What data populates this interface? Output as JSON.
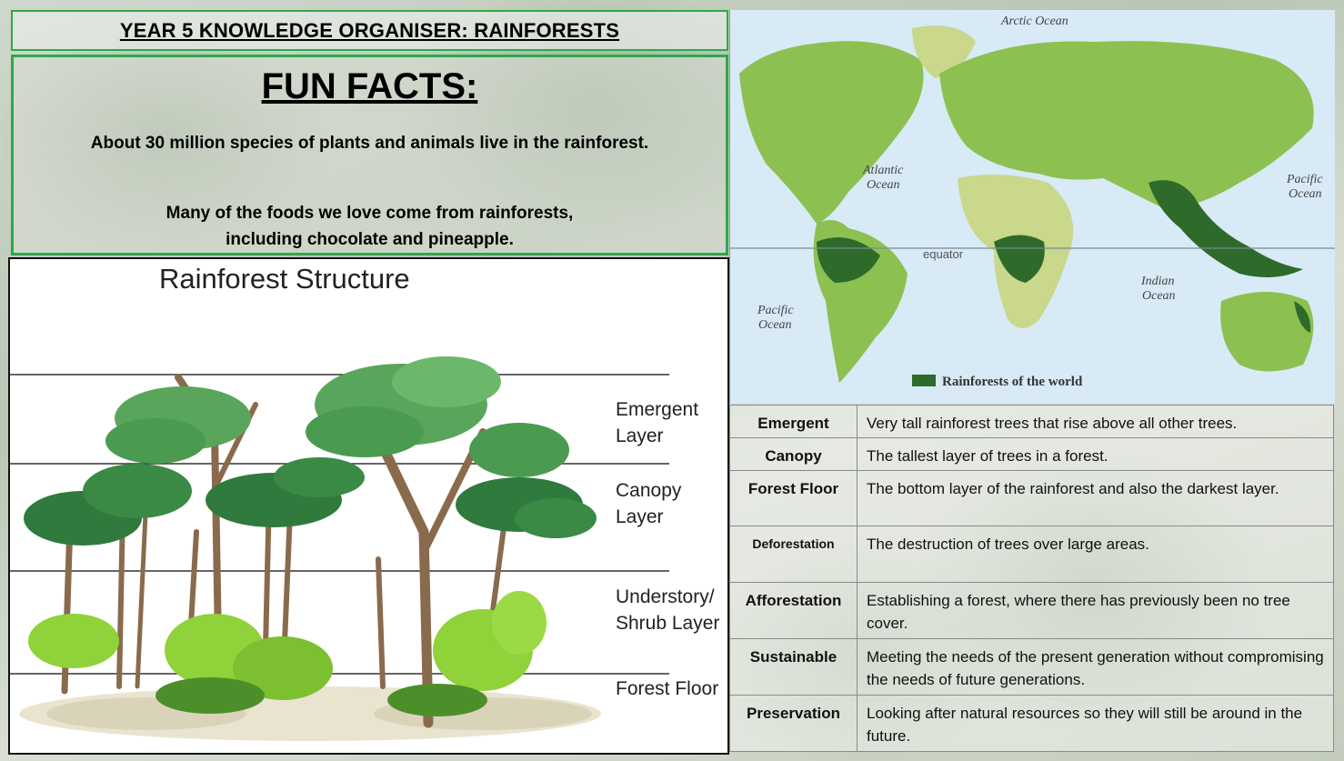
{
  "header": {
    "title": "YEAR 5 KNOWLEDGE ORGANISER: RAINFORESTS"
  },
  "fun_facts": {
    "heading": "FUN FACTS:",
    "fact_1": "About 30 million species of plants and animals live in the rainforest.",
    "fact_2_line_1": "Many of the foods we love come from rainforests,",
    "fact_2_line_2": "including chocolate and pineapple."
  },
  "structure": {
    "title": "Rainforest Structure",
    "layers": {
      "emergent_1": "Emergent",
      "emergent_2": "Layer",
      "canopy_1": "Canopy",
      "canopy_2": "Layer",
      "understory_1": "Understory/",
      "understory_2": "Shrub Layer",
      "floor": "Forest Floor"
    }
  },
  "map": {
    "arctic": "Arctic Ocean",
    "atlantic_1": "Atlantic",
    "atlantic_2": "Ocean",
    "pacific_left_1": "Pacific",
    "pacific_left_2": "Ocean",
    "pacific_right_1": "Pacific",
    "pacific_right_2": "Ocean",
    "indian_1": "Indian",
    "indian_2": "Ocean",
    "equator": "equator",
    "legend": "Rainforests of the world",
    "colors": {
      "ocean": "#d7eaf5",
      "land": "#8cc152",
      "rainforest": "#2e6b2a",
      "dry": "#c9d88a"
    }
  },
  "glossary": [
    {
      "term": "Emergent",
      "definition": "Very tall rainforest trees that rise above all other trees."
    },
    {
      "term": "Canopy",
      "definition": "The tallest layer of trees in a forest."
    },
    {
      "term": "Forest Floor",
      "definition": "The bottom layer of the rainforest and also the darkest layer."
    },
    {
      "term": "Deforestation",
      "definition": "The destruction of trees over large areas."
    },
    {
      "term": "Afforestation",
      "definition": "Establishing a forest, where there has previously been no tree cover."
    },
    {
      "term": "Sustainable",
      "definition": "Meeting the needs of the present generation without compromising the needs of future generations."
    },
    {
      "term": "Preservation",
      "definition": "Looking after natural resources so they will still be around in the future."
    }
  ]
}
